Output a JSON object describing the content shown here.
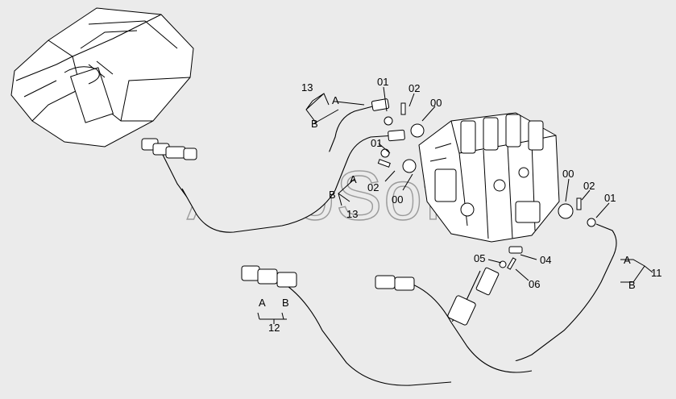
{
  "watermark": "AutoSoft",
  "labels": {
    "top_assembly": "13",
    "top_a": "A",
    "top_b": "B",
    "mid_assembly": "13",
    "mid_a": "A",
    "mid_b": "B",
    "left_assembly": "12",
    "left_a": "A",
    "left_b": "B",
    "right_assembly": "11",
    "right_a": "A",
    "right_b": "B",
    "top_o_ring": "01",
    "top_bolt": "02",
    "top_flange": "00",
    "mid_o_ring": "01",
    "mid_bolt": "02",
    "mid_flange": "00",
    "right_flange": "00",
    "right_bolt": "02",
    "right_o_ring": "01",
    "fitting_o_ring": "05",
    "fitting_block": "04",
    "fitting_bolt": "06"
  }
}
